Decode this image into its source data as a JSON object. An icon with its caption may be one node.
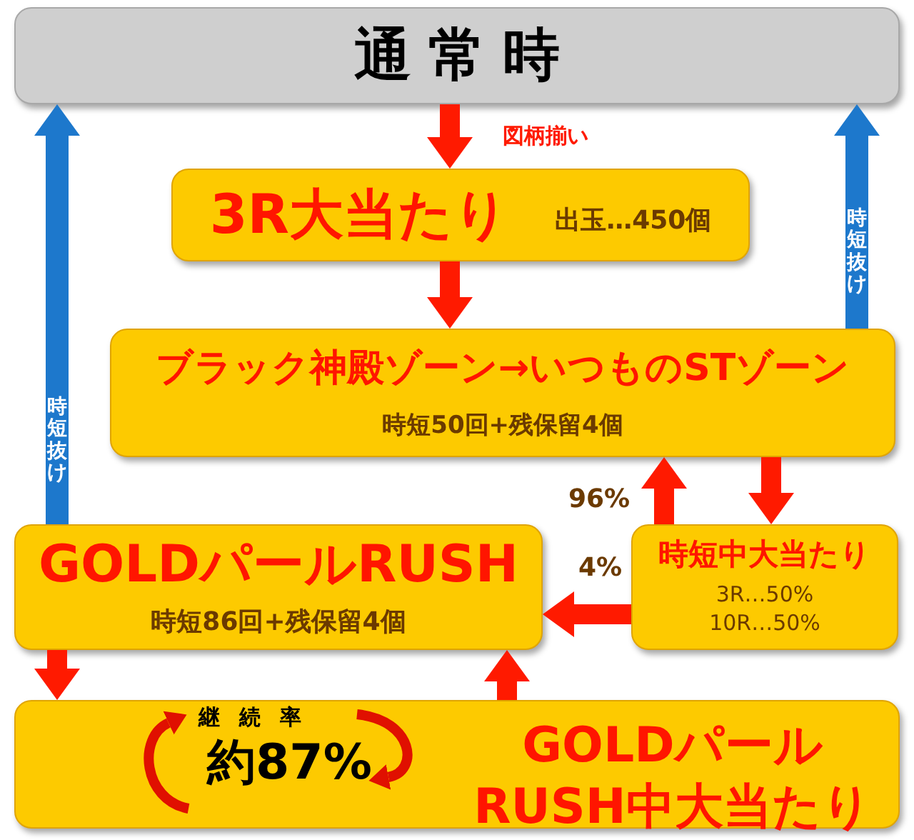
{
  "diagram": {
    "nodes": [
      {
        "text": [
          "通常時"
        ]
      },
      {
        "text": [
          "3R大当たり",
          "出玉…450個"
        ]
      },
      {
        "text": [
          "ブラック神殿ゾーン→いつものSTゾーン",
          "時短50回+残保留4個"
        ]
      },
      {
        "text": [
          "GOLDパールRUSH",
          "時短86回+残保留4個"
        ]
      },
      {
        "text": [
          "時短中大当たり",
          "3R…50%",
          "10R…50%"
        ]
      },
      {
        "text": [
          "GOLDパールRUSH中大当たり",
          "継続率",
          "約87%"
        ]
      }
    ],
    "edges": [
      {
        "from": 0,
        "to": 1,
        "arrow": "to",
        "label": "図柄揃い"
      },
      {
        "from": 1,
        "to": 2,
        "arrow": "to"
      },
      {
        "from": 2,
        "to": 0,
        "arrow": "to",
        "label": "時短抜け",
        "color": "#1d78cc"
      },
      {
        "from": 3,
        "to": 0,
        "arrow": "to",
        "label": "時短抜け",
        "color": "#1d78cc"
      },
      {
        "from": 4,
        "to": 2,
        "arrow": "to",
        "label": "96%"
      },
      {
        "from": 2,
        "to": 4,
        "arrow": "to"
      },
      {
        "from": 4,
        "to": 3,
        "arrow": "to",
        "label": "4%"
      },
      {
        "from": 3,
        "to": 5,
        "arrow": "to"
      },
      {
        "from": 5,
        "to": 3,
        "arrow": "to"
      }
    ]
  }
}
